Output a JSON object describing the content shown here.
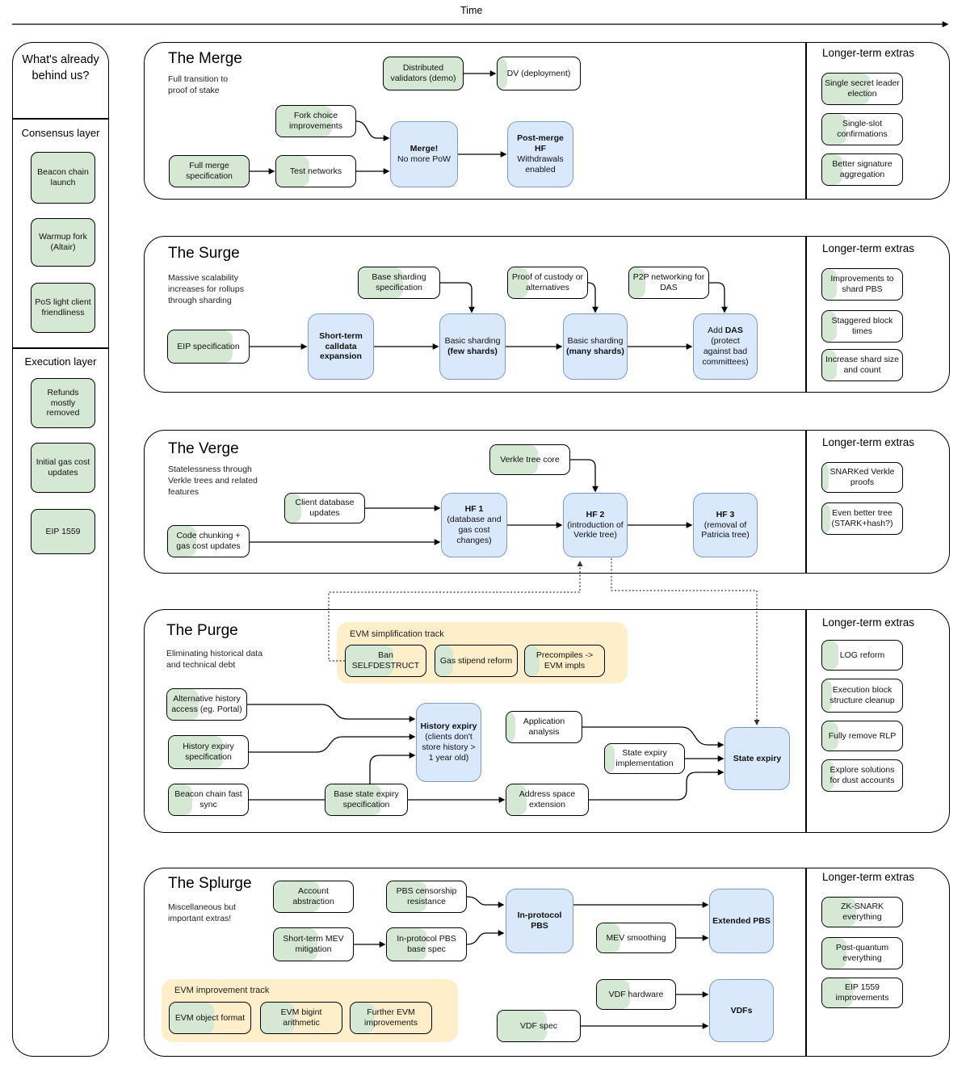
{
  "timeline": {
    "label": "Time"
  },
  "colors": {
    "done_green": "#d5e8d4",
    "milestone_blue": "#dae8fc",
    "milestone_blue_border": "#7d9bc6",
    "track_yellow": "#ffeeca",
    "line_black": "#000000"
  },
  "sidebar": {
    "title": "What's already behind us?",
    "consensus_header": "Consensus layer",
    "execution_header": "Execution layer",
    "consensus_items": [
      "Beacon chain launch",
      "Warmup fork (Altair)",
      "PoS light client friendliness"
    ],
    "execution_items": [
      "Refunds mostly removed",
      "Initial gas cost updates",
      "EIP 1559"
    ]
  },
  "merge": {
    "title": "The Merge",
    "subtitle": "Full transition to proof of stake",
    "extras_title": "Longer-term extras",
    "nodes": {
      "distributed_validators": {
        "label": "Distributed validators (demo)",
        "progress": 1
      },
      "dv_deployment": {
        "label": "DV (deployment)",
        "progress": 0.12
      },
      "fork_choice": {
        "label": "Fork choice improvements",
        "progress": 0.7
      },
      "full_merge_spec": {
        "label": "Full merge specification",
        "progress": 1
      },
      "test_networks": {
        "label": "Test networks",
        "progress": 0.42
      },
      "merge": {
        "bold": "Merge!",
        "sub": "No more PoW"
      },
      "post_merge_hf": {
        "bold": "Post-merge HF",
        "sub": "Withdrawals enabled"
      }
    },
    "extras": [
      {
        "label": "Single secret leader election",
        "progress": 0.6
      },
      {
        "label": "Single-slot confirmations",
        "progress": 0.3
      },
      {
        "label": "Better signature aggregation",
        "progress": 0.25
      }
    ]
  },
  "surge": {
    "title": "The Surge",
    "subtitle": "Massive scalability increases for rollups through sharding",
    "extras_title": "Longer-term extras",
    "nodes": {
      "eip_specification": {
        "label": "EIP specification",
        "progress": 0.8
      },
      "short_term_calldata": {
        "bold": "Short-term calldata expansion"
      },
      "base_sharding_spec": {
        "label": "Base sharding specification",
        "progress": 0.55
      },
      "basic_sharding_few": {
        "pre": "Basic sharding ",
        "bold": "(few shards)"
      },
      "proof_of_custody": {
        "label": "Proof of custody or alternatives",
        "progress": 0.25
      },
      "basic_sharding_many": {
        "pre": "Basic sharding ",
        "bold": "(many shards)"
      },
      "p2p_networking_das": {
        "label": "P2P networking for DAS",
        "progress": 0.2
      },
      "add_das": {
        "pre": "Add ",
        "bold": "DAS",
        "sub": "(protect against bad committees)"
      }
    },
    "extras": [
      {
        "label": "Improvements to shard PBS",
        "progress": 0.18
      },
      {
        "label": "Staggered block times",
        "progress": 0.18
      },
      {
        "label": "Increase shard size and count",
        "progress": 0.18
      }
    ]
  },
  "verge": {
    "title": "The Verge",
    "subtitle": "Statelessness through Verkle trees and related features",
    "extras_title": "Longer-term extras",
    "nodes": {
      "verkle_tree_core": {
        "label": "Verkle tree core",
        "progress": 0.6
      },
      "client_database_updates": {
        "label": "Client database updates",
        "progress": 0.2
      },
      "code_chunking": {
        "label": "Code chunking + gas cost updates",
        "progress": 0.35
      },
      "hf1": {
        "bold": "HF 1",
        "sub": "(database and gas cost changes)"
      },
      "hf2": {
        "bold": "HF 2",
        "sub": "(introduction of Verkle tree)"
      },
      "hf3": {
        "bold": "HF 3",
        "sub": "(removal of Patricia tree)"
      }
    },
    "extras": [
      {
        "label": "SNARKed Verkle proofs",
        "progress": 0.08
      },
      {
        "label": "Even better tree (STARK+hash?)",
        "progress": 0.1
      }
    ]
  },
  "purge": {
    "title": "The Purge",
    "subtitle": "Eliminating historical data and technical debt",
    "extras_title": "Longer-term extras",
    "track": {
      "label": "EVM simplification track",
      "nodes": {
        "ban_selfdestruct": {
          "label": "Ban SELFDESTRUCT",
          "progress": 0.6
        },
        "gas_stipend_reform": {
          "label": "Gas stipend reform",
          "progress": 0.22
        },
        "precompiles_evm_impls": {
          "label": "Precompiles -> EVM impls",
          "progress": 0.18
        }
      }
    },
    "nodes": {
      "alternative_history_access": {
        "label": "Alternative history access (eg. Portal)",
        "progress": 0.4
      },
      "history_expiry_spec": {
        "label": "History expiry specification",
        "progress": 0.68
      },
      "beacon_chain_fast_sync": {
        "label": "Beacon chain fast sync",
        "progress": 0.3
      },
      "history_expiry": {
        "bold": "History expiry",
        "sub": "(clients don't store history > 1 year old)"
      },
      "application_analysis": {
        "label": "Application analysis",
        "progress": 0.12
      },
      "state_expiry_implementation": {
        "label": "State expiry implementation",
        "progress": 0.12
      },
      "base_state_expiry_spec": {
        "label": "Base state expiry specification",
        "progress": 0.68
      },
      "address_space_extension": {
        "label": "Address space extension",
        "progress": 0.25
      },
      "state_expiry": {
        "bold": "State expiry"
      }
    },
    "extras": [
      {
        "label": "LOG reform",
        "progress": 0.2
      },
      {
        "label": "Execution block structure cleanup",
        "progress": 0.12
      },
      {
        "label": "Fully remove RLP",
        "progress": 0.2
      },
      {
        "label": "Explore solutions for dust accounts",
        "progress": 0.15
      }
    ]
  },
  "splurge": {
    "title": "The Splurge",
    "subtitle": "Miscellaneous but important extras!",
    "extras_title": "Longer-term extras",
    "track": {
      "label": "EVM improvement track",
      "nodes": {
        "evm_object_format": {
          "label": "EVM object format",
          "progress": 0.55
        },
        "evm_bigint_arithmetic": {
          "label": "EVM bigint arithmetic",
          "progress": 0.42
        },
        "further_evm_improvements": {
          "label": "Further EVM improvements",
          "progress": 0.3
        }
      }
    },
    "nodes": {
      "account_abstraction": {
        "label": "Account abstraction",
        "progress": 0.58
      },
      "pbs_censorship_resistance": {
        "label": "PBS censorship resistance",
        "progress": 0.5
      },
      "short_term_mev_mitigation": {
        "label": "Short-term MEV mitigation",
        "progress": 0.55
      },
      "in_protocol_pbs_base_spec": {
        "label": "In-protocol PBS base spec",
        "progress": 0.5
      },
      "in_protocol_pbs": {
        "bold": "In-protocol PBS"
      },
      "mev_smoothing": {
        "label": "MEV smoothing",
        "progress": 0.3
      },
      "extended_pbs": {
        "bold": "Extended PBS"
      },
      "vdf_hardware": {
        "label": "VDF hardware",
        "progress": 0.42
      },
      "vdf_spec": {
        "label": "VDF spec",
        "progress": 0.6
      },
      "vdfs": {
        "bold": "VDFs"
      }
    },
    "extras": [
      {
        "label": "ZK-SNARK everything",
        "progress": 0.42
      },
      {
        "label": "Post-quantum everything",
        "progress": 0.3
      },
      {
        "label": "EIP 1559 improvements",
        "progress": 0.38
      }
    ]
  }
}
